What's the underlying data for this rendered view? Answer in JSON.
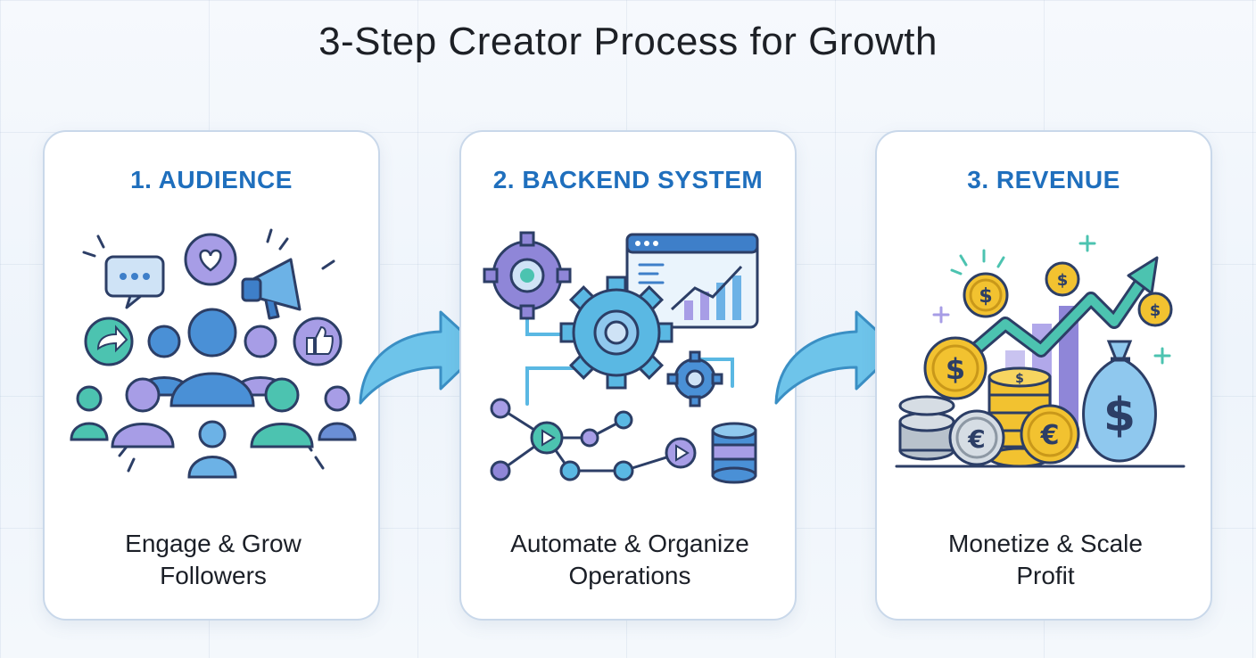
{
  "title": "3-Step Creator Process for Growth",
  "steps": [
    {
      "heading": "1. AUDIENCE",
      "caption_line1": "Engage & Grow",
      "caption_line2": "Followers",
      "icon": "audience-icon"
    },
    {
      "heading": "2. BACKEND SYSTEM",
      "caption_line1": "Automate & Organize",
      "caption_line2": "Operations",
      "icon": "backend-system-icon"
    },
    {
      "heading": "3. REVENUE",
      "caption_line1": "Monetize & Scale",
      "caption_line2": "Profit",
      "icon": "revenue-icon"
    }
  ],
  "colors": {
    "heading": "#1f6fbd",
    "card_border": "#c9d8ea",
    "arrow": "#5ab8e3",
    "coin": "#f2c230",
    "purple": "#8f86d8",
    "teal": "#4cc3b0",
    "blue": "#4a90d6"
  }
}
